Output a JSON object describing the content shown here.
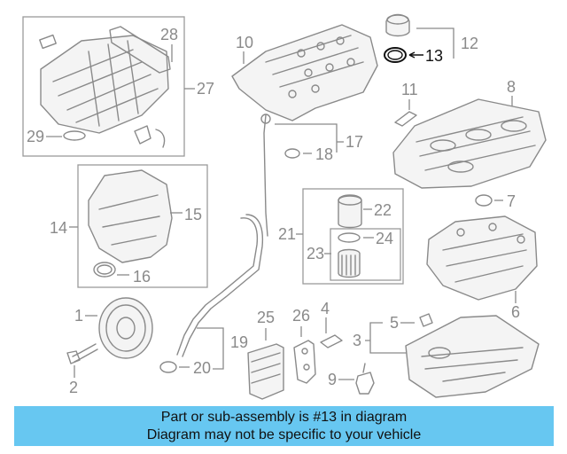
{
  "diagram": {
    "highlighted_part": "13",
    "callouts": {
      "p1": "1",
      "p2": "2",
      "p3": "3",
      "p4": "4",
      "p5": "5",
      "p6": "6",
      "p7": "7",
      "p8": "8",
      "p9": "9",
      "p10": "10",
      "p11": "11",
      "p12": "12",
      "p13": "13",
      "p14": "14",
      "p15": "15",
      "p16": "16",
      "p17": "17",
      "p18": "18",
      "p19": "19",
      "p20": "20",
      "p21": "21",
      "p22": "22",
      "p23": "23",
      "p24": "24",
      "p25": "25",
      "p26": "26",
      "p27": "27",
      "p28": "28",
      "p29": "29"
    }
  },
  "banner": {
    "line1": "Part or sub-assembly is #13 in diagram",
    "line2": "Diagram may not be specific to your vehicle",
    "color": "#67c7f1"
  }
}
